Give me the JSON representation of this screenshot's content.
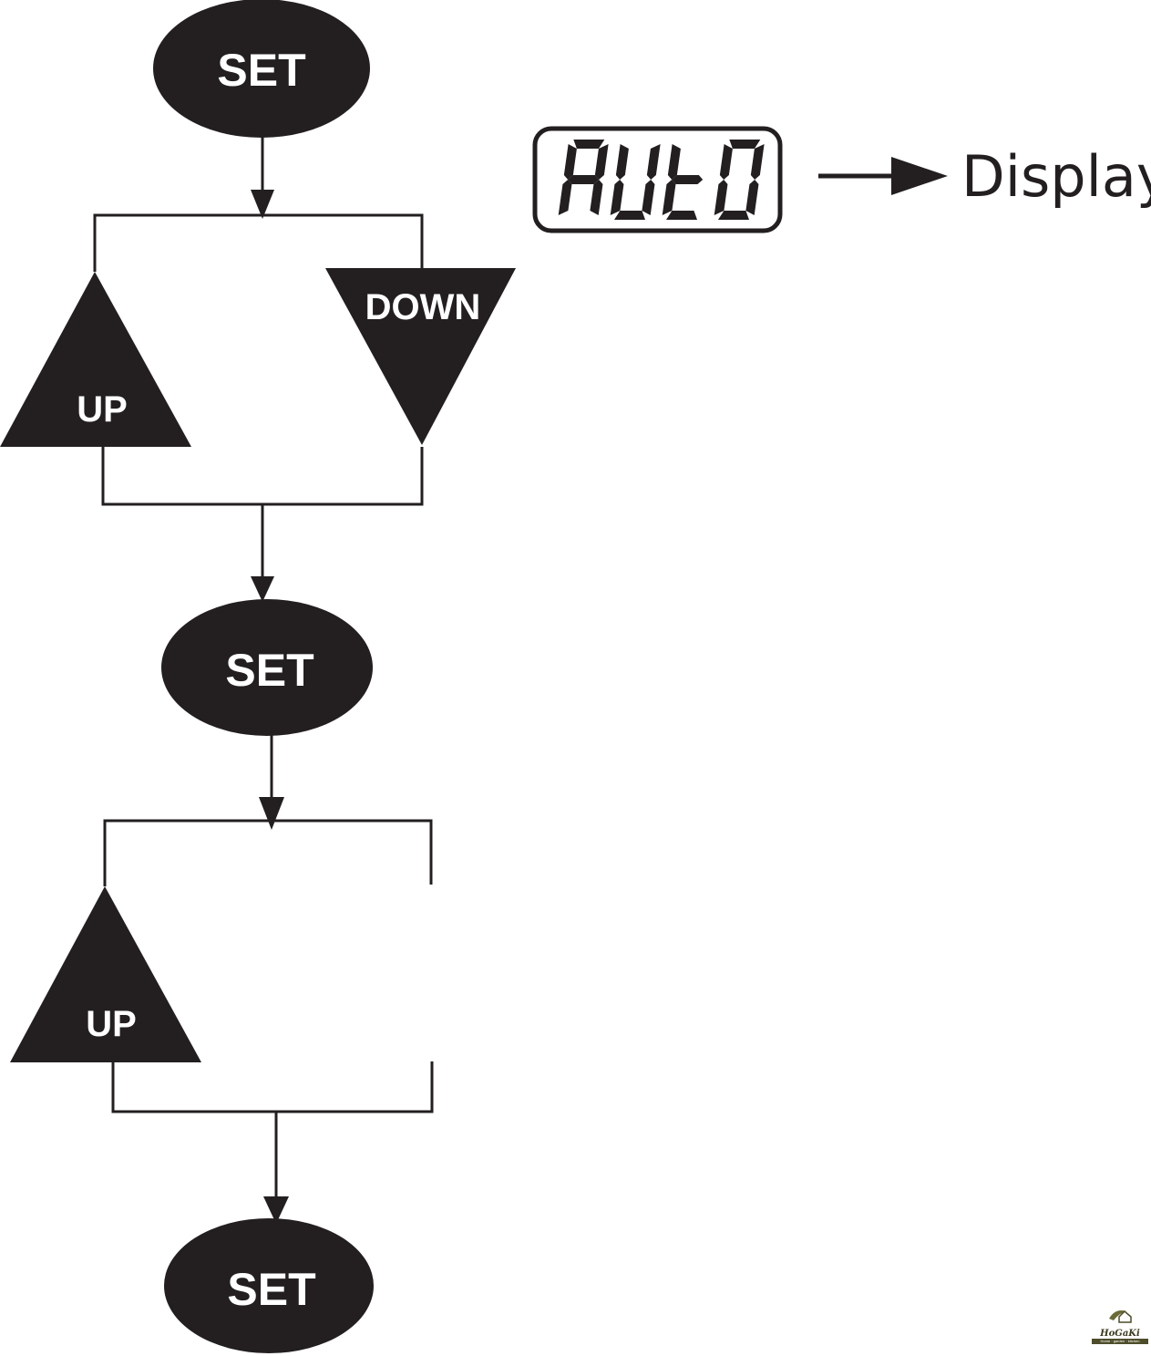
{
  "diagram": {
    "nodes": {
      "set_1": "SET",
      "up_1": "UP",
      "down_1": "DOWN",
      "set_2": "SET",
      "up_2": "UP",
      "set_3": "SET"
    },
    "lcd_display": {
      "text": "AUtO",
      "characters": [
        "A",
        "U",
        "t",
        "O"
      ]
    },
    "display_label": "Display"
  },
  "watermark": {
    "name": "HoGaKi",
    "tagline": "Home · garden · kitchen"
  },
  "colors": {
    "ink": "#231f20",
    "background": "#ffffff",
    "logo_green": "#4d4d2a"
  }
}
